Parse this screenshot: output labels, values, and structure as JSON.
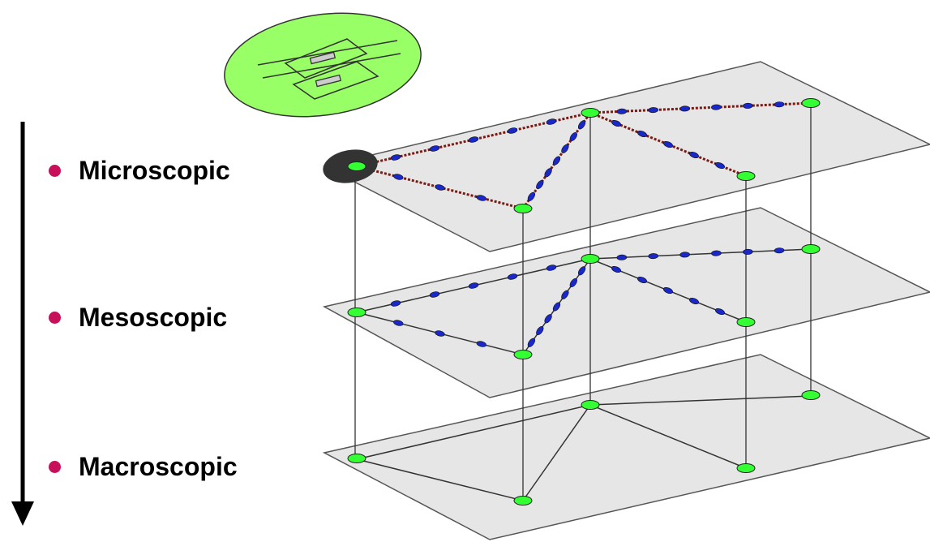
{
  "levels": [
    {
      "id": "micro",
      "label": "Microscopic"
    },
    {
      "id": "meso",
      "label": "Mesoscopic"
    },
    {
      "id": "macro",
      "label": "Macroscopic"
    }
  ],
  "axis_icon": "down-arrow-icon",
  "detail_icon": "microscopic-junction-detail-icon",
  "colors": {
    "bullet": "#c8105a",
    "plane_fill": "#e6e6e6",
    "plane_stroke": "#555555",
    "node_fill": "#33ff33",
    "lane_point_fill": "#1a28c8",
    "micro_link": "#7a1a12",
    "detail_bubble": "#99ff66",
    "highlight_blob": "#333333"
  }
}
